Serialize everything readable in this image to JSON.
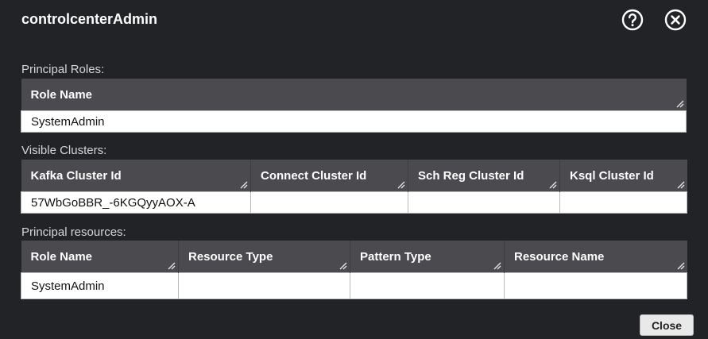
{
  "dialog": {
    "title": "controlcenterAdmin"
  },
  "icons": {
    "help": "help-circle-icon",
    "close": "close-circle-icon",
    "resize": "resize-handle-icon"
  },
  "principal_roles": {
    "label": "Principal Roles:",
    "headers": [
      "Role Name"
    ],
    "rows": [
      [
        "SystemAdmin"
      ]
    ]
  },
  "visible_clusters": {
    "label": "Visible Clusters:",
    "headers": [
      "Kafka Cluster Id",
      "Connect Cluster Id",
      "Sch Reg Cluster Id",
      "Ksql Cluster Id"
    ],
    "rows": [
      [
        "57WbGoBBR_-6KGQyyAOX-A",
        "",
        "",
        ""
      ]
    ]
  },
  "principal_resources": {
    "label": "Principal resources:",
    "headers": [
      "Role Name",
      "Resource Type",
      "Pattern Type",
      "Resource Name"
    ],
    "rows": [
      [
        "SystemAdmin",
        "",
        "",
        ""
      ]
    ]
  },
  "footer": {
    "close_label": "Close"
  }
}
